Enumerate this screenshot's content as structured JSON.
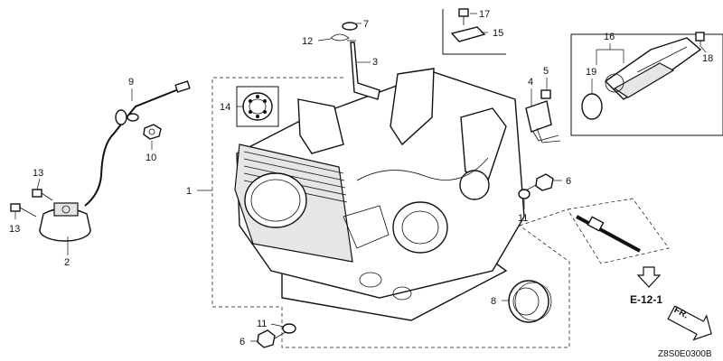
{
  "diagram": {
    "callouts": {
      "c1": "1",
      "c2": "2",
      "c3": "3",
      "c4": "4",
      "c5": "5",
      "c6a": "6",
      "c6b": "6",
      "c7": "7",
      "c8": "8",
      "c9": "9",
      "c10": "10",
      "c11a": "11",
      "c11b": "11",
      "c12": "12",
      "c13a": "13",
      "c13b": "13",
      "c14": "14",
      "c15": "15",
      "c16": "16",
      "c17": "17",
      "c18": "18",
      "c19": "19"
    },
    "reference": "E-12-1",
    "direction": "FR.",
    "code": "Z8S0E0300B"
  }
}
